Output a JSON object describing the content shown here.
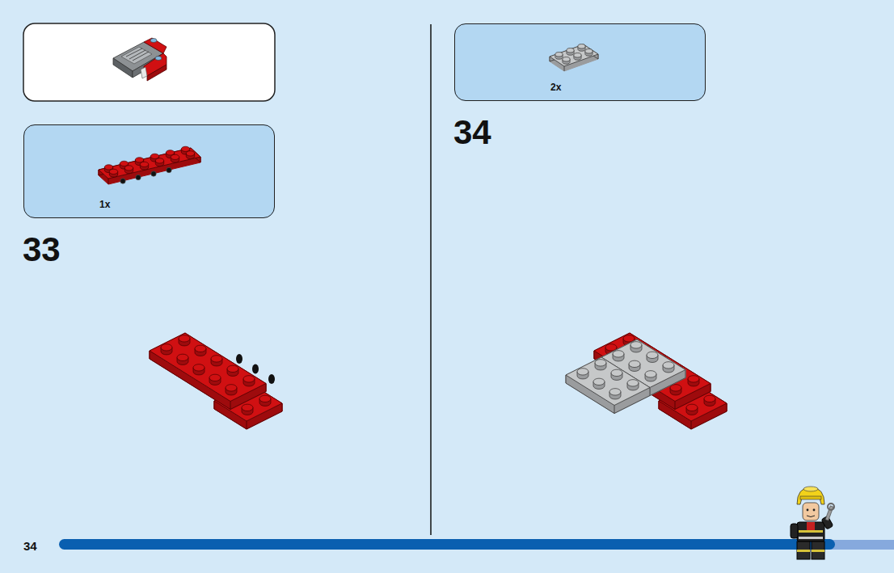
{
  "diagram": {
    "nodes": [
      {
        "text": [
          "1x"
        ]
      },
      {
        "text": [
          "2x"
        ]
      }
    ],
    "labels": [
      "33",
      "34",
      "34"
    ]
  }
}
